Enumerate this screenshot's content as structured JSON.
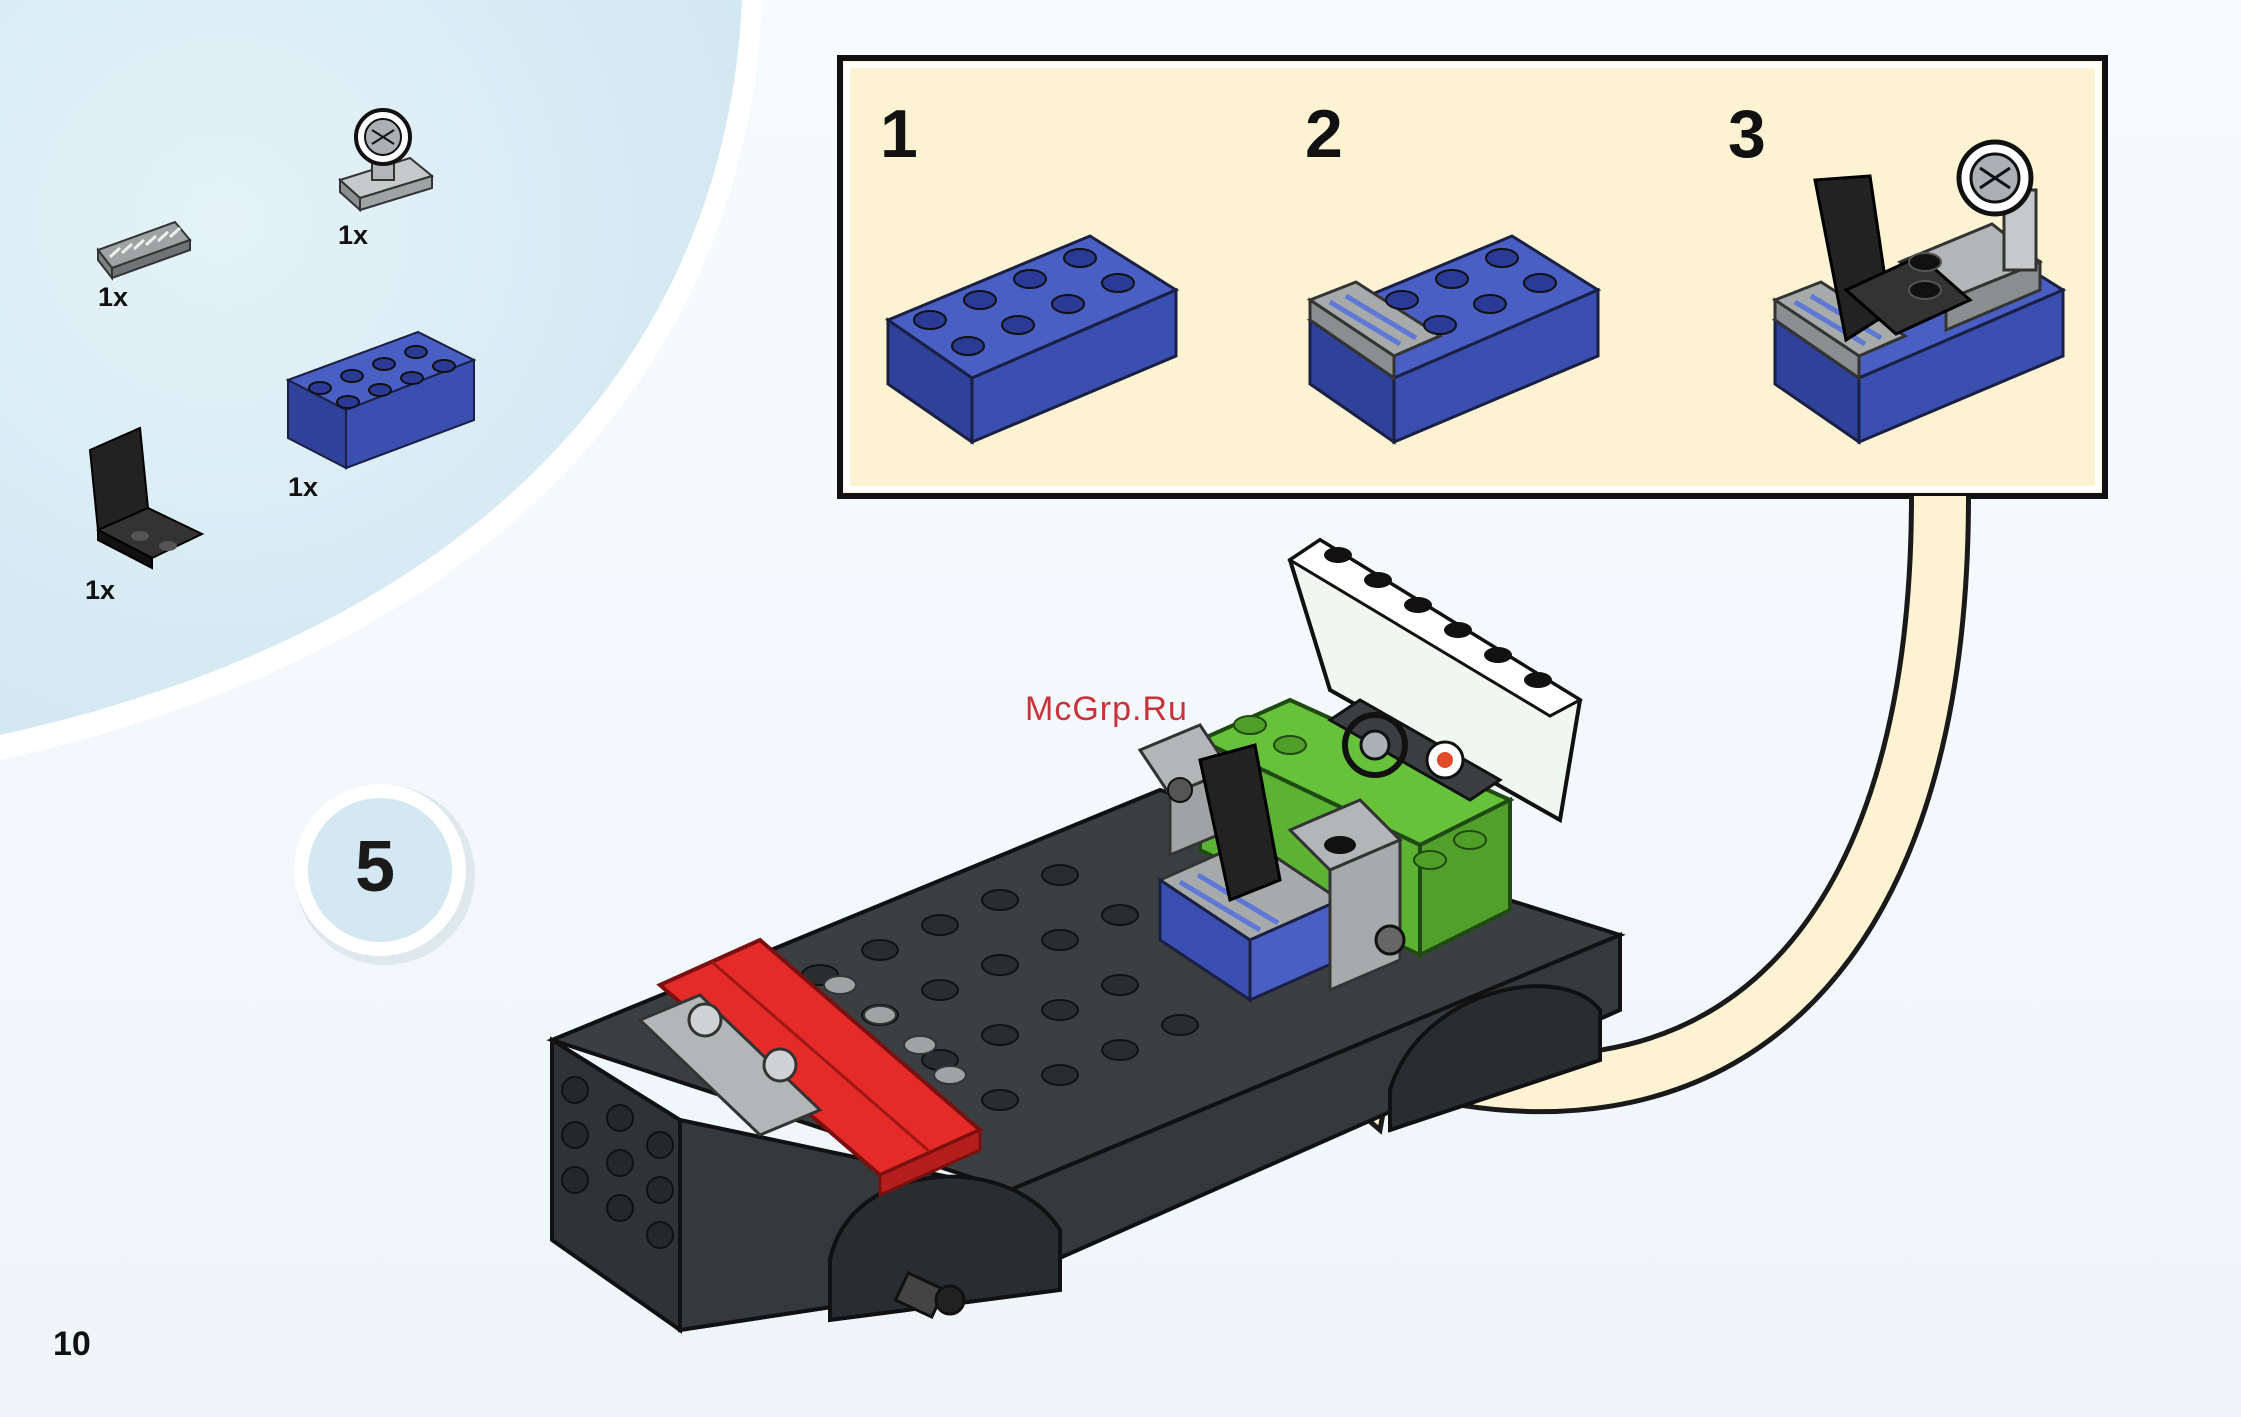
{
  "parts_list": [
    {
      "id": "grille",
      "qty": "1x"
    },
    {
      "id": "steering-wheel",
      "qty": "1x"
    },
    {
      "id": "brick-2x4-blue",
      "qty": "1x"
    },
    {
      "id": "seat-black",
      "qty": "1x"
    }
  ],
  "step_number": "5",
  "sub_steps": [
    "1",
    "2",
    "3"
  ],
  "page_number": "10",
  "watermark": "McGrp.Ru",
  "colors": {
    "blue": "#3a4fb0",
    "green": "#66c23a",
    "red": "#e52b28",
    "dark_gray": "#3b3f41",
    "light_gray": "#b3b6b7",
    "callout_bg": "#fdf3d2",
    "parts_bg": "#d8ecf5"
  }
}
